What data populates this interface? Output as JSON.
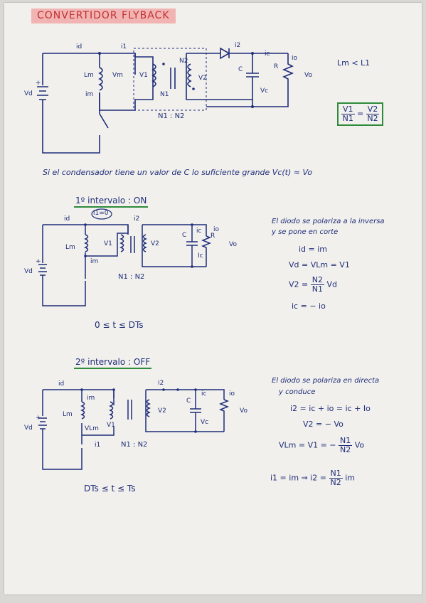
{
  "title": "CONVERTIDOR FLYBACK",
  "header_circuit": {
    "labels": [
      "id",
      "i1",
      "i2",
      "ic",
      "io",
      "Lm",
      "Vm",
      "im",
      "V1",
      "N1",
      "N2",
      "V2",
      "C",
      "R",
      "Vo",
      "Vc",
      "Vd",
      "N1 : N2"
    ]
  },
  "relation_lm": "Lm < L1",
  "boxed_relation": {
    "left_num": "V1",
    "left_den": "N1",
    "right_num": "V2",
    "right_den": "N2"
  },
  "statement": "Si el condensador tiene un valor de C lo suficiente grande  Vc(t) ≈ Vo",
  "interval_on": {
    "heading": "1º intervalo : ON",
    "i1_label": "i1=0",
    "ratio": "N1 : N2",
    "note_line1": "El diodo se polariza a la inversa",
    "note_line2": "y se pone en corte",
    "eq1": "id = im",
    "eq2": "Vd = VLm = V1",
    "eq3_left": "V2 =",
    "eq3_num": "N2",
    "eq3_den": "N1",
    "eq3_right": "Vd",
    "eq4": "ic = − io",
    "time": "0 ≤ t ≤ DTs"
  },
  "interval_off": {
    "heading": "2º intervalo : OFF",
    "ratio": "N1 : N2",
    "note_line1": "El diodo se polariza en directa",
    "note_line2": "y conduce",
    "eq1": "i2 = ic + io  =  ic + Io",
    "eq2": "V2 = − Vo",
    "eq3_left": "VLm = V1 = −",
    "eq3_num": "N1",
    "eq3_den": "N2",
    "eq3_right": "Vo",
    "eq4_left": "i1 = im  ⇒  i2 =",
    "eq4_num": "N1",
    "eq4_den": "N2",
    "eq4_right": "im",
    "time": "DTs ≤ t ≤ Ts"
  }
}
